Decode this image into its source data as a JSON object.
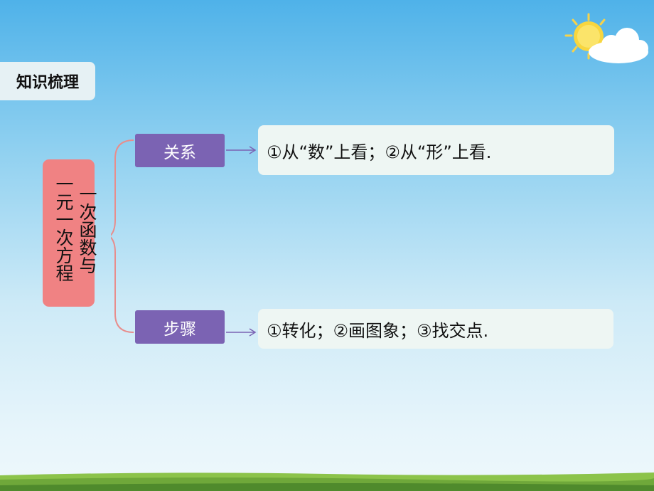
{
  "section_title": "知识梳理",
  "topic": {
    "col1": "一元一次方程",
    "col2": "一次函数与"
  },
  "branches": [
    {
      "label": "关系",
      "content": "①从“数”上看；②从“形”上看."
    },
    {
      "label": "步骤",
      "content": "①转化；②画图象；③找交点."
    }
  ],
  "colors": {
    "topic_box": "#f08283",
    "label_box": "#7b63b3",
    "bracket": "#e88d8c",
    "arrow": "#7b63b3",
    "content_box": "#eef6f3"
  },
  "icons": {
    "decoration": "sun-cloud-icon",
    "footer": "grass-field"
  }
}
